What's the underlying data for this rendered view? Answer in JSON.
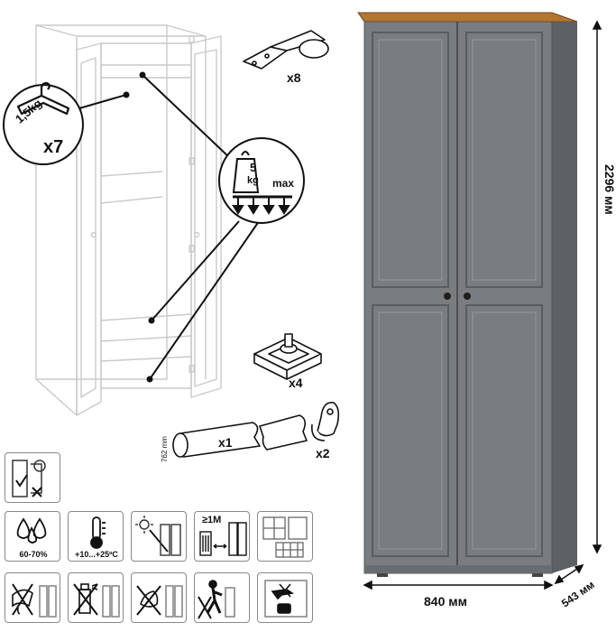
{
  "colors": {
    "body": "#7a7d80",
    "body_dark": "#5e6164",
    "top": "#b4752f",
    "line": "#111111",
    "sketch": "#c9c9c9"
  },
  "parts": {
    "hinge_count": "x8",
    "hanger_count": "x7",
    "hanger_load": "1,5kg",
    "shelf_load_value": "5",
    "shelf_load_unit": "kg",
    "shelf_load_max": "max",
    "leveler_count": "x4",
    "rail_count": "x1",
    "rail_length": "762 mm",
    "rail_holder_count": "x2"
  },
  "dimensions": {
    "width": "840 мм",
    "height": "2296 мм",
    "depth": "543 мм"
  },
  "care_icons": [
    {
      "name": "wall-anchor-icon",
      "caption": ""
    },
    {
      "name": "humidity-icon",
      "caption": "60-70%"
    },
    {
      "name": "temperature-icon",
      "caption": "+10...+25ºC"
    },
    {
      "name": "sunlight-icon",
      "caption": ""
    },
    {
      "name": "heater-distance-icon",
      "caption": "",
      "distance": "≥1M"
    },
    {
      "name": "window-icon",
      "caption": ""
    },
    {
      "name": "no-wet-cloth-icon",
      "caption": ""
    },
    {
      "name": "no-spray-icon",
      "caption": ""
    },
    {
      "name": "no-abrasive-icon",
      "caption": ""
    },
    {
      "name": "two-person-assembly-icon",
      "caption": ""
    },
    {
      "name": "no-heavy-load-icon",
      "caption": ""
    }
  ]
}
